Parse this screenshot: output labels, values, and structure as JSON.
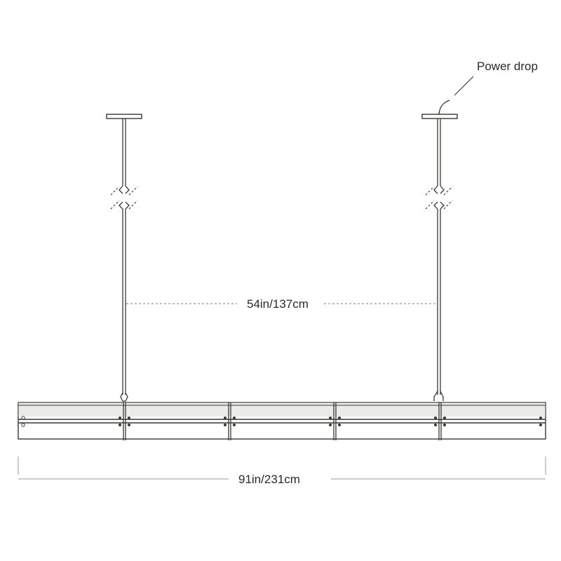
{
  "annotations": {
    "power_drop": "Power drop"
  },
  "dimensions": {
    "rod_spacing": "54in/137cm",
    "overall_length": "91in/231cm"
  },
  "colors": {
    "stroke": "#3a3733",
    "panel_tint": "#d8d8d6",
    "text": "#2a2a2a",
    "dim_line": "#9a9a9a"
  }
}
